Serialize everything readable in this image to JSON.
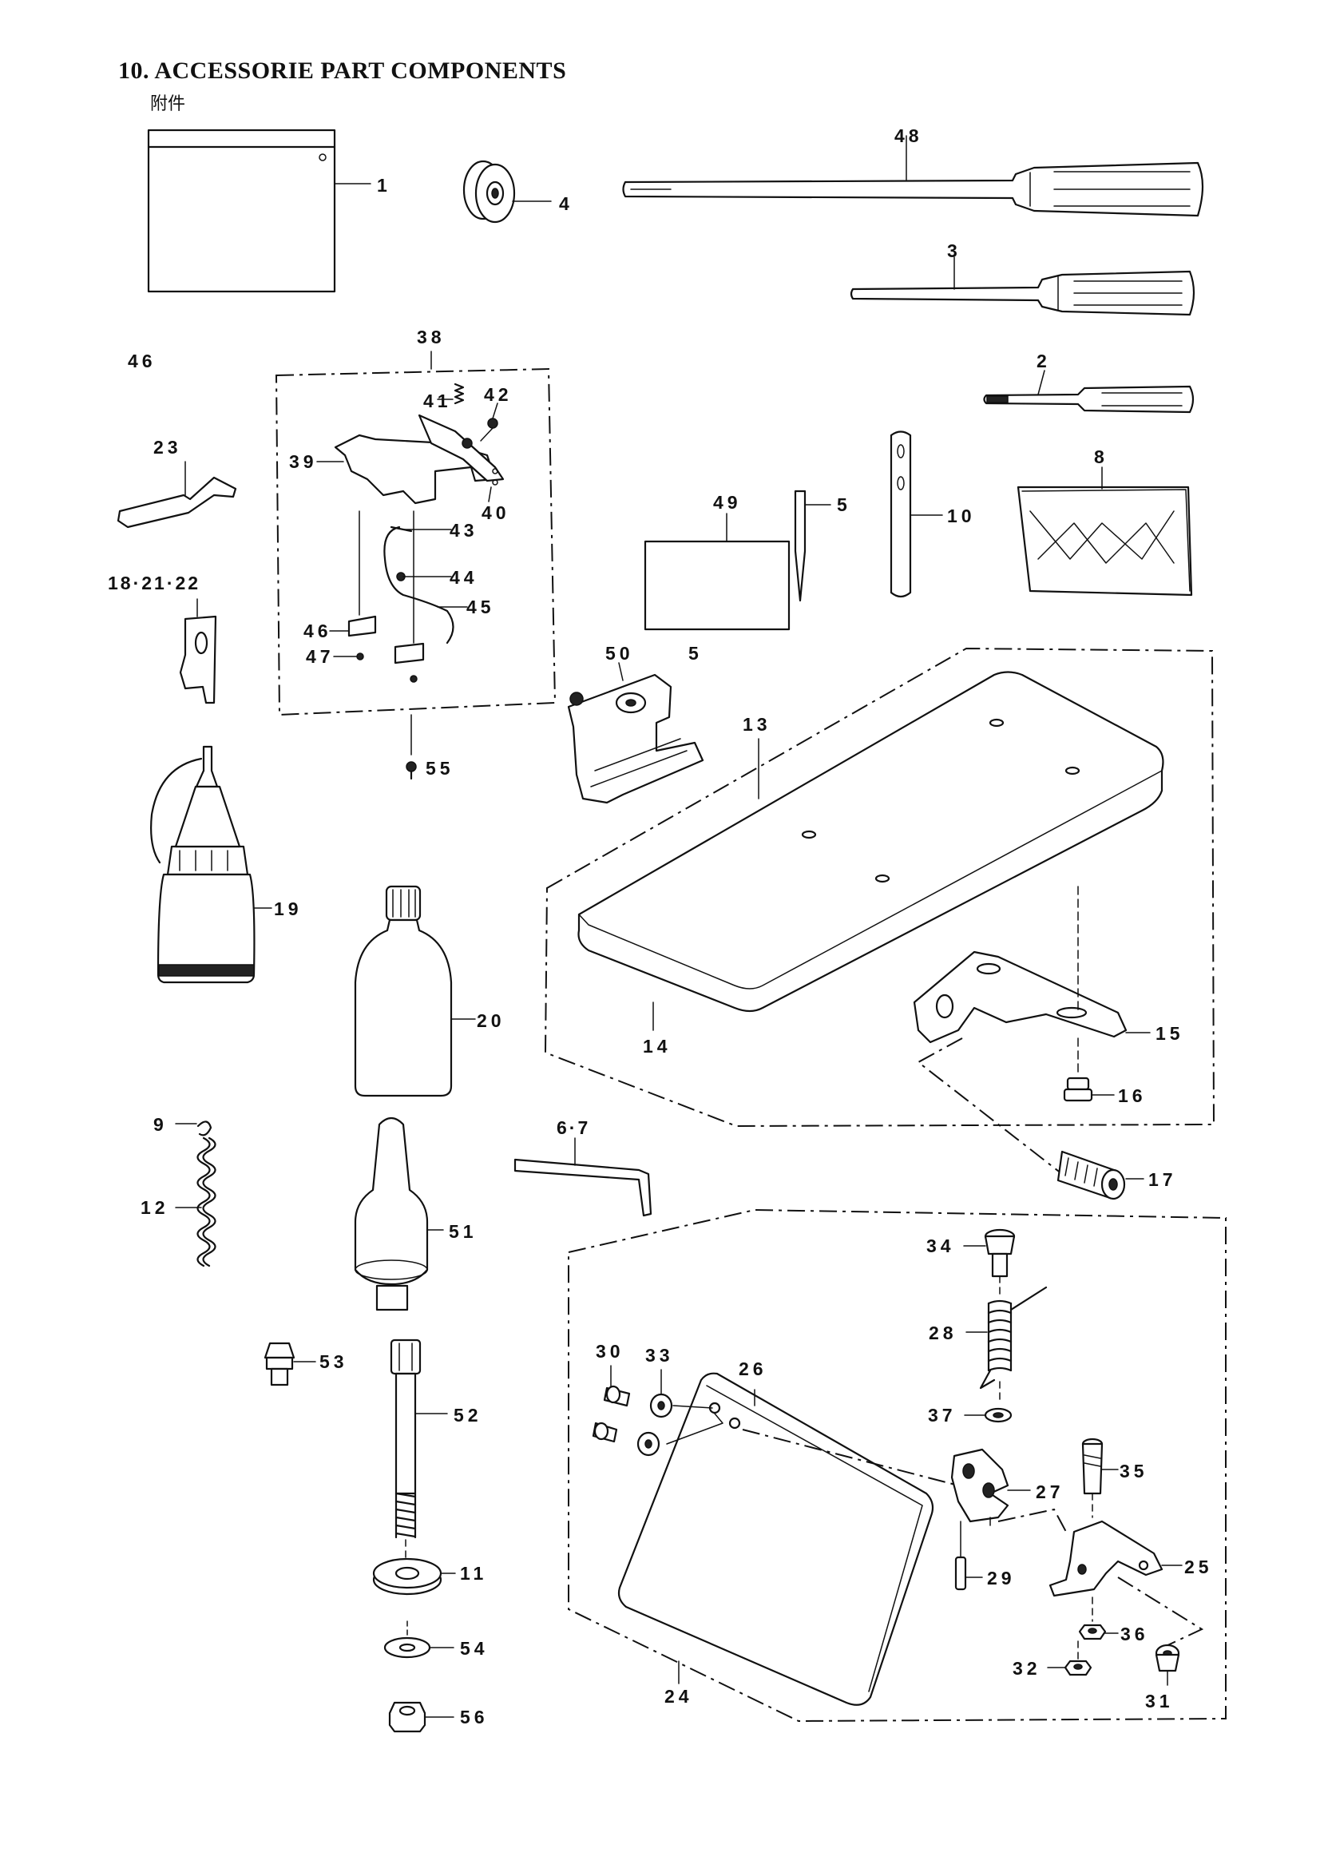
{
  "page": {
    "title": "10. ACCESSORIE PART COMPONENTS",
    "subtitle": "附件"
  },
  "callouts": {
    "c1": "1",
    "c2": "2",
    "c3": "3",
    "c4": "4",
    "c5a": "5",
    "c5b": "5",
    "c67": "6·7",
    "c8": "8",
    "c9": "9",
    "c10": "10",
    "c11": "11",
    "c12": "12",
    "c13": "13",
    "c14": "14",
    "c15": "15",
    "c16": "16",
    "c17": "17",
    "c182122": "18·21·22",
    "c19": "19",
    "c20": "20",
    "c23": "23",
    "c24": "24",
    "c25": "25",
    "c26": "26",
    "c27": "27",
    "c28": "28",
    "c29": "29",
    "c30": "30",
    "c31": "31",
    "c32": "32",
    "c33": "33",
    "c34": "34",
    "c35": "35",
    "c36": "36",
    "c37": "37",
    "c38": "38",
    "c39": "39",
    "c40": "40",
    "c41": "41",
    "c42": "42",
    "c43": "43",
    "c44": "44",
    "c45": "45",
    "c46a": "46",
    "c46b": "46",
    "c47": "47",
    "c48": "48",
    "c49": "49",
    "c50": "50",
    "c51": "51",
    "c52": "52",
    "c53": "53",
    "c54": "54",
    "c55": "55",
    "c56": "56"
  }
}
